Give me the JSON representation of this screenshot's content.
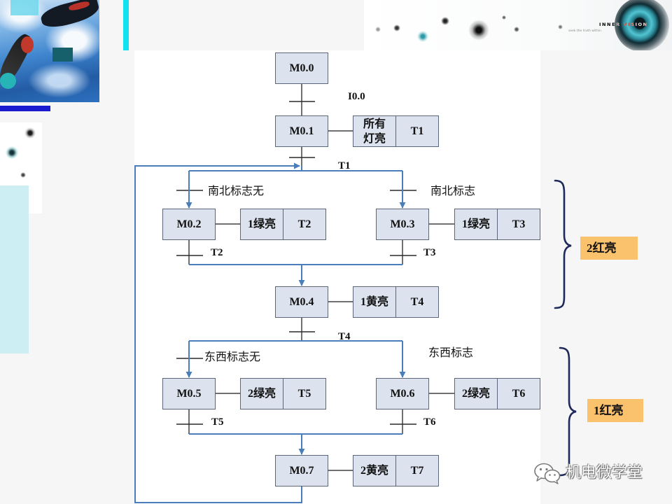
{
  "banner": {
    "brand": "INNER VISION",
    "tagline": "seek the truth within"
  },
  "colors": {
    "step_fill": "#dce3ee",
    "step_border": "#5b6679",
    "flow_line": "#4a7ebb",
    "wire": "#404040",
    "phase_fill": "#fbc26e",
    "brace": "#1f2a5c"
  },
  "sfc": {
    "steps": [
      {
        "label": "M0.0"
      },
      {
        "label": "M0.1",
        "action": "所有\n灯亮",
        "timer": "T1"
      },
      {
        "label": "M0.2",
        "action": "1绿亮",
        "timer": "T2"
      },
      {
        "label": "M0.3",
        "action": "1绿亮",
        "timer": "T3"
      },
      {
        "label": "M0.4",
        "action": "1黄亮",
        "timer": "T4"
      },
      {
        "label": "M0.5",
        "action": "2绿亮",
        "timer": "T5"
      },
      {
        "label": "M0.6",
        "action": "2绿亮",
        "timer": "T6"
      },
      {
        "label": "M0.7",
        "action": "2黄亮",
        "timer": "T7"
      }
    ],
    "transitions": [
      "I0.0",
      "T1",
      "南北标志无",
      "南北标志",
      "T2",
      "T3",
      "T4",
      "东西标志无",
      "东西标志",
      "T5",
      "T6"
    ]
  },
  "phases": [
    {
      "label": "2红亮"
    },
    {
      "label": "1红亮"
    }
  ],
  "watermark": {
    "icon": "wechat-icon",
    "text": "机电微学堂"
  }
}
